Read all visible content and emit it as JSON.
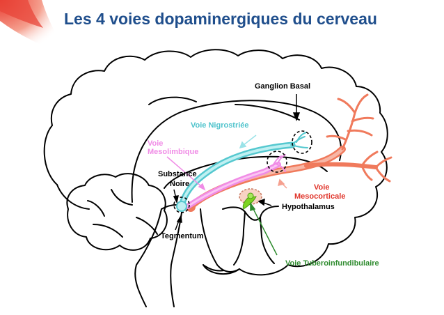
{
  "title": "Les 4 voies dopaminergiques du cerveau",
  "labels": {
    "ganglion_basal": "Ganglion Basal",
    "voie_nigrostriee": "Voie Nigrostriée",
    "voie_mesolimbique_1": "Voie",
    "voie_mesolimbique_2": "Mesolimbique",
    "substance_noire_1": "Substance",
    "substance_noire_2": "Noire",
    "voie_mesocorticale_1": "Voie",
    "voie_mesocorticale_2": "Mesocorticale",
    "hypothalamus": "Hypothalamus",
    "tegmentum": "Tegmentum",
    "voie_tuberoinfundibulaire": "Voie Tuberoinfundibulaire"
  },
  "colors": {
    "title": "#1f4e8c",
    "nigrostriee": "#55c8cf",
    "mesolimbique": "#f08ce6",
    "mesocorticale": "#f07a5c",
    "mesocorticale_text": "#e0342a",
    "tubero": "#2e8b2e",
    "hypothalamus_fill": "#7ed321"
  }
}
